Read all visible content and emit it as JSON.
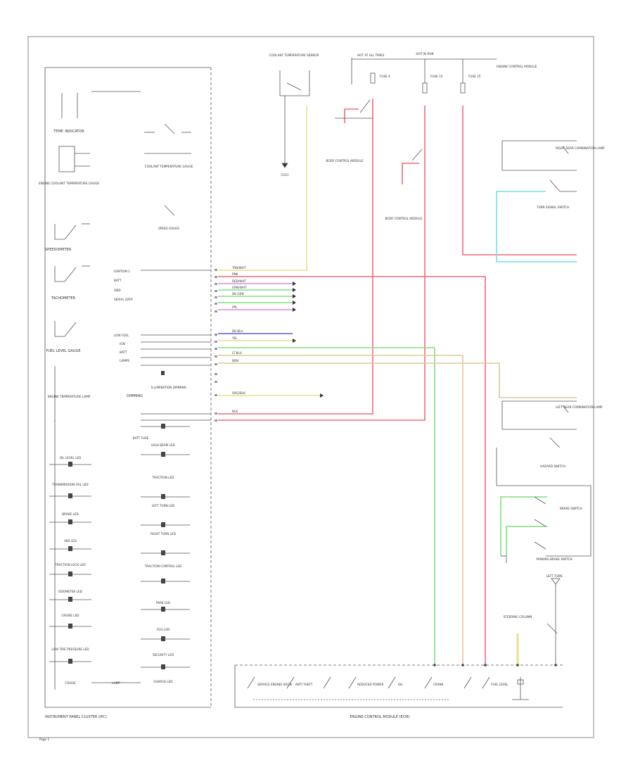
{
  "cluster": {
    "title": "INSTRUMENT PANEL CLUSTER (IPC)",
    "gauges": [
      "TEMP. INDICATOR",
      "ENGINE COOLANT TEMPERATURE GAUGE",
      "SPEEDOMETER",
      "TACHOMETER",
      "FUEL LEVEL GAUGE",
      "ENGINE TEMPERATURE LAMP"
    ],
    "right_items": [
      "COOLANT TEMPERATURE GAUGE",
      "SPEED GAUGE"
    ],
    "input_labels": [
      "IGNITION 1",
      "BATT",
      "GND",
      "SERIAL DATA",
      "LOW FUEL",
      "IGN",
      "BATT",
      "LAMPS"
    ],
    "illumination": "ILLUMINATION DIMMING",
    "dimming": "DIMMING",
    "batt_fuse": "BATT FUSE",
    "lamps_left": [
      "OIL LEVEL LED",
      "TRANSMISSION FAIL LED",
      "BRAKE LED",
      "ABS LED",
      "TRACTION LOCK LED",
      "ODOMETER LED",
      "CRUISE LED",
      "LOW TIRE PRESSURE LED",
      "CRUISE"
    ],
    "lamps_right": [
      "HIGH BEAM LED",
      "TRACTION LED",
      "LEFT TURN LED",
      "RIGHT TURN LED",
      "TRACTION CONTROL LED",
      "PARK LED",
      "FOG LED",
      "SECURITY LED",
      "CHARGE LED"
    ],
    "lamp_bottom": "LAMP"
  },
  "ecm": {
    "title": "ENGINE CONTROL MODULE (ECM)",
    "inputs": [
      "SERVICE ENGINE SOON",
      "ANTI THEFT",
      "REDUCED POWER",
      "OIL",
      "CRANK",
      "FUEL LEVEL"
    ]
  },
  "top": {
    "sensor_title": "COOLANT TEMPERATURE SENSOR",
    "ground_label": "G101",
    "fuse_block_left": "HOT AT ALL TIMES",
    "fuse_block_right": "HOT IN RUN",
    "fuse_labels": [
      "FUSE 4",
      "FUSE 15",
      "FUSE 25"
    ],
    "body_module_note": "ENGINE CONTROL MODULE",
    "modules": [
      "BODY CONTROL MODULE",
      "BODY CONTROL MODULE"
    ]
  },
  "right": {
    "boxes": [
      "RIGHT REAR COMBINATION LAMP",
      "LEFT REAR COMBINATION LAMP"
    ],
    "switch_labels": [
      "TURN SIGNAL SWITCH",
      "HAZARD SWITCH",
      "BRAKE SWITCH",
      "PARKING BRAKE SWITCH"
    ],
    "bottom_labels": [
      "LEFT TURN",
      "STEERING COLUMN"
    ]
  },
  "wire_labels": {
    "tan_wht": "TAN/WHT",
    "pnk": "PNK",
    "red_wht": "RED/WHT",
    "grn_wht": "GRN/WHT",
    "dk_grn": "DK GRN",
    "ppl": "PPL",
    "dk_blu": "DK BLU",
    "yel": "YEL",
    "lt_blu": "LT BLU",
    "brn": "BRN",
    "org_blk": "ORG/BLK",
    "blk": "BLK"
  },
  "footer": "Page 1",
  "colors": {
    "red": "#f06b7c",
    "yellow": "#e9df8c",
    "green": "#7fe07f",
    "purple": "#d28ee6",
    "blue": "#5a5ad8",
    "lightblue": "#6fe3e3",
    "tan": "#e2c79a",
    "frame": "#888888"
  }
}
